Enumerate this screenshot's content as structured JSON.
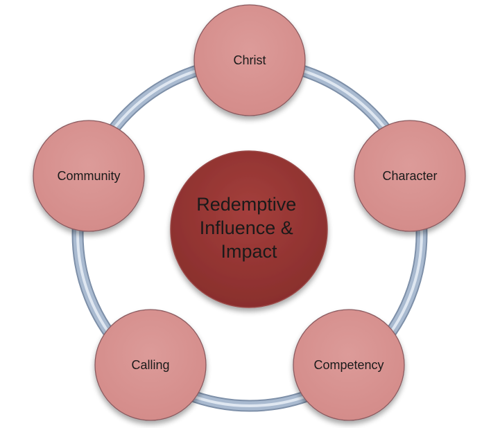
{
  "diagram": {
    "center": {
      "lines": [
        "Redemptive",
        "Influence &",
        "Impact"
      ],
      "color": "#943533"
    },
    "nodes": [
      {
        "label": "Christ"
      },
      {
        "label": "Character"
      },
      {
        "label": "Competency"
      },
      {
        "label": "Calling"
      },
      {
        "label": "Community"
      }
    ],
    "colors": {
      "node_fill": "#d99694",
      "node_stroke": "#8a5a5f",
      "ring": "#a9bad0"
    }
  }
}
